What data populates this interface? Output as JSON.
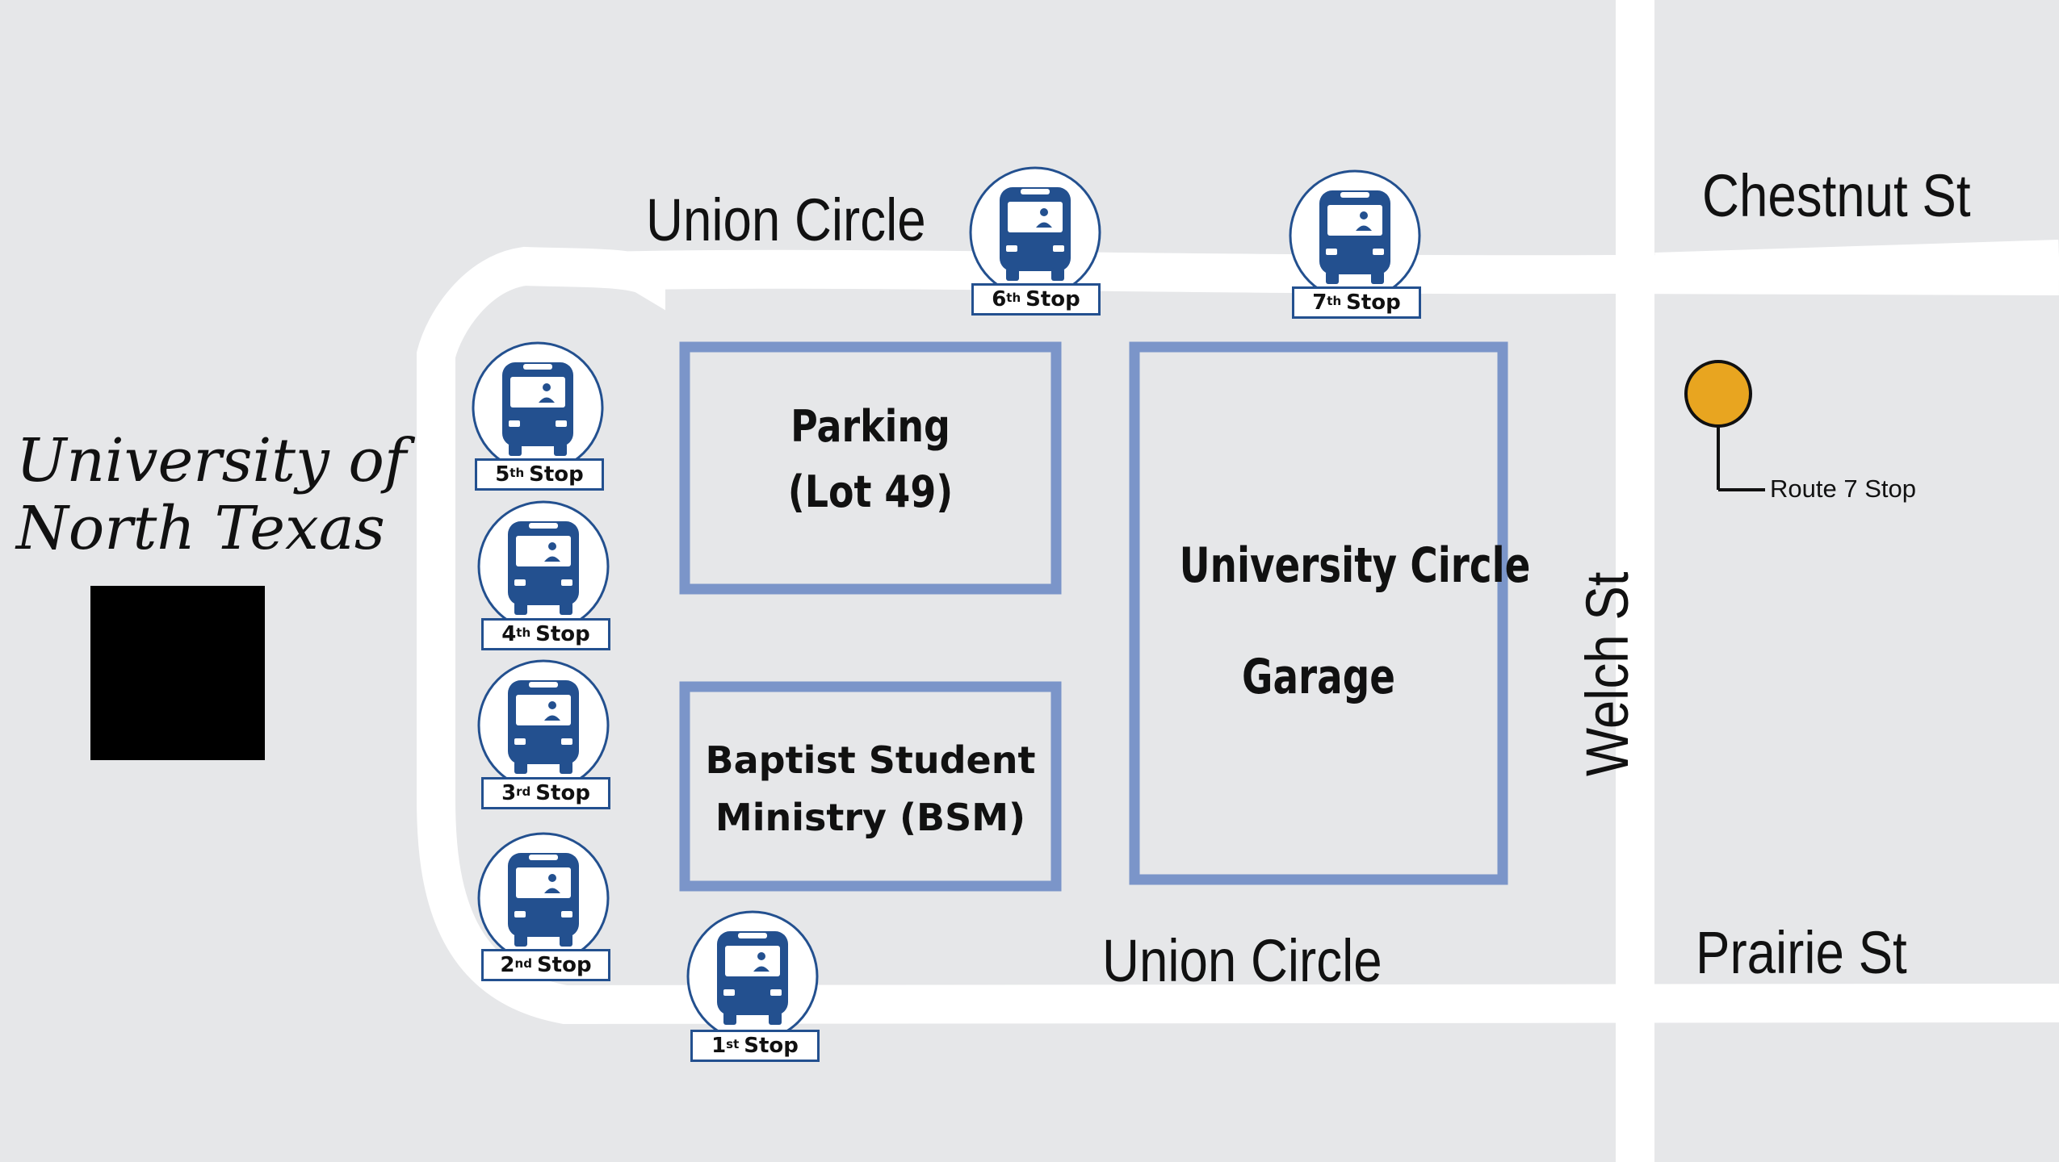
{
  "map": {
    "colors": {
      "land": "#e6e7e9",
      "road": "#ffffff",
      "building_outline": "#7b95c9",
      "bus_icon": "#23508f",
      "route_marker": "#e8a520",
      "university_block": "#000000"
    },
    "streets": {
      "union_circle_north": "Union Circle",
      "union_circle_south": "Union Circle",
      "chestnut": "Chestnut St",
      "prairie": "Prairie St",
      "welch": "Welch St"
    },
    "university": {
      "line1": "University of",
      "line2": "North Texas"
    },
    "buildings": {
      "parking": {
        "line1": "Parking",
        "line2": "(Lot 49)"
      },
      "garage": {
        "line1": "University Circle",
        "line2": "Garage"
      },
      "bsm": {
        "line1": "Baptist Student",
        "line2": "Ministry (BSM)"
      }
    },
    "stops": [
      {
        "num": "1",
        "suffix": "st",
        "text": "Stop",
        "icon": "bus-icon"
      },
      {
        "num": "2",
        "suffix": "nd",
        "text": "Stop",
        "icon": "bus-icon"
      },
      {
        "num": "3",
        "suffix": "rd",
        "text": "Stop",
        "icon": "bus-icon"
      },
      {
        "num": "4",
        "suffix": "th",
        "text": "Stop",
        "icon": "bus-icon"
      },
      {
        "num": "5",
        "suffix": "th",
        "text": "Stop",
        "icon": "bus-icon"
      },
      {
        "num": "6",
        "suffix": "th",
        "text": "Stop",
        "icon": "bus-icon"
      },
      {
        "num": "7",
        "suffix": "th",
        "text": "Stop",
        "icon": "bus-icon"
      }
    ],
    "route_marker": {
      "label": "Route 7 Stop",
      "icon": "route-stop-pin-icon"
    }
  }
}
